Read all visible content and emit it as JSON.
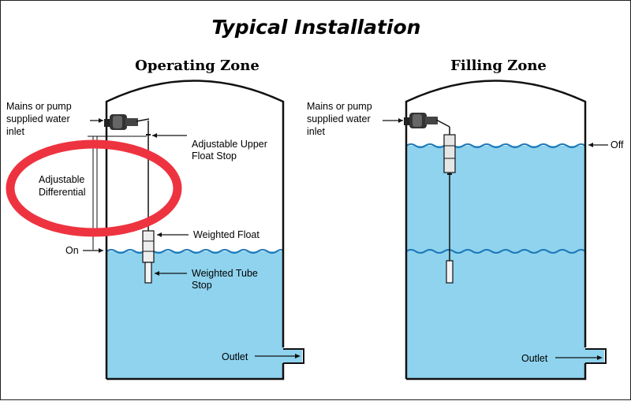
{
  "title": "Typical Installation",
  "colors": {
    "water": "#8fd3ee",
    "wave": "#1d78b8",
    "highlight": "#ee3340",
    "line": "#111111"
  },
  "zones": [
    {
      "heading": "Operating Zone",
      "labels": {
        "inlet": [
          "Mains or pump",
          "supplied water",
          "inlet"
        ],
        "upper_stop": [
          "Adjustable Upper",
          "Float Stop"
        ],
        "differential": [
          "Adjustable",
          "Differential"
        ],
        "weighted_float": "Weighted Float",
        "on": "On",
        "tube_stop": [
          "Weighted Tube",
          "Stop"
        ],
        "outlet": "Outlet"
      }
    },
    {
      "heading": "Filling Zone",
      "labels": {
        "inlet": [
          "Mains or pump",
          "supplied water",
          "inlet"
        ],
        "off": "Off",
        "outlet": "Outlet"
      }
    }
  ]
}
